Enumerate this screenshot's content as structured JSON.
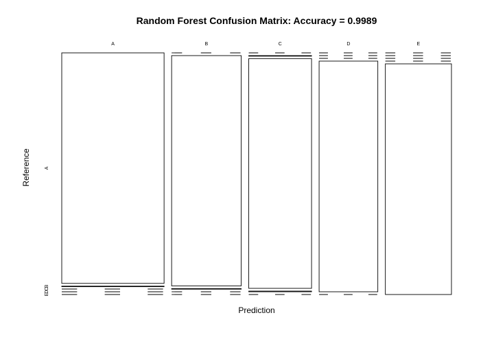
{
  "chart_data": {
    "type": "mosaic",
    "title": "Random Forest Confusion Matrix: Accuracy = 0.9989",
    "xlabel": "Prediction",
    "ylabel": "Reference",
    "prediction_levels": [
      "A",
      "B",
      "C",
      "D",
      "E"
    ],
    "reference_levels": [
      "A",
      "B",
      "C",
      "D",
      "E"
    ],
    "matrix": [
      [
        1674,
        0,
        0,
        0,
        0
      ],
      [
        1,
        1137,
        1,
        0,
        0
      ],
      [
        0,
        2,
        1024,
        0,
        0
      ],
      [
        0,
        0,
        3,
        961,
        0
      ],
      [
        0,
        0,
        0,
        0,
        1082
      ]
    ]
  }
}
